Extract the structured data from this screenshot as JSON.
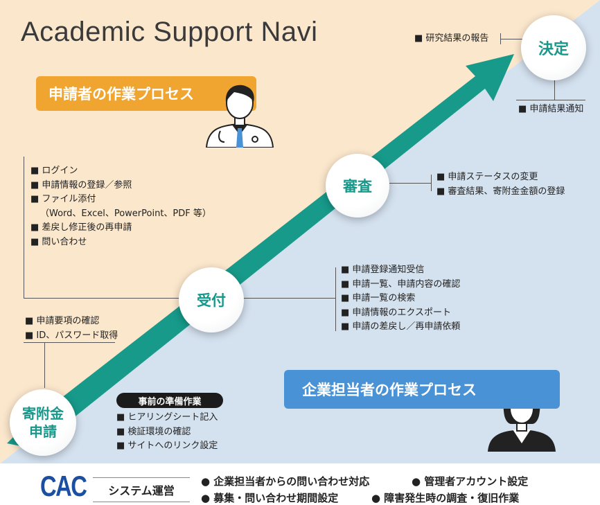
{
  "title": "Academic Support Navi",
  "colors": {
    "bg_top": "#fbe7cc",
    "bg_bottom": "#d4e1ef",
    "arrow": "#179a8a",
    "applicant": "#f0a531",
    "company": "#4a92d6",
    "node_text": "#16988a"
  },
  "processes": {
    "applicant": "申請者の作業プロセス",
    "company": "企業担当者の作業プロセス"
  },
  "nodes": {
    "apply": [
      "寄附金",
      "申請"
    ],
    "accept": "受付",
    "review": "審査",
    "decide": "決定"
  },
  "notes": {
    "decide_left": "■ 研究結果の報告",
    "decide_below": "■ 申請結果通知",
    "review": [
      "■ 申請ステータスの変更",
      "■ 審査結果、寄附金金額の登録"
    ],
    "applicant_tasks": [
      "■ ログイン",
      "■ 申請情報の登録／参照",
      "■ ファイル添付",
      "（Word、Excel、PowerPoint、PDF 等）",
      "■ 差戻し修正後の再申請",
      "■ 問い合わせ"
    ],
    "accept": [
      "■ 申請登録通知受信",
      "■ 申請一覧、申請内容の確認",
      "■ 申請一覧の検索",
      "■ 申請情報のエクスポート",
      "■ 申請の差戻し／再申請依頼"
    ],
    "pre_apply": [
      "■ 申請要項の確認",
      "■ ID、パスワード取得"
    ],
    "prep_title": "事前の準備作業",
    "prep": [
      "■ ヒアリングシート記入",
      "■ 検証環境の確認",
      "■ サイトへのリンク設定"
    ]
  },
  "footer": {
    "logo": "CAC",
    "system_label": "システム運営",
    "items": [
      "● 企業担当者からの問い合わせ対応",
      "● 管理者アカウント設定",
      "● 募集・問い合わせ期間設定",
      "● 障害発生時の調査・復旧作業"
    ]
  }
}
